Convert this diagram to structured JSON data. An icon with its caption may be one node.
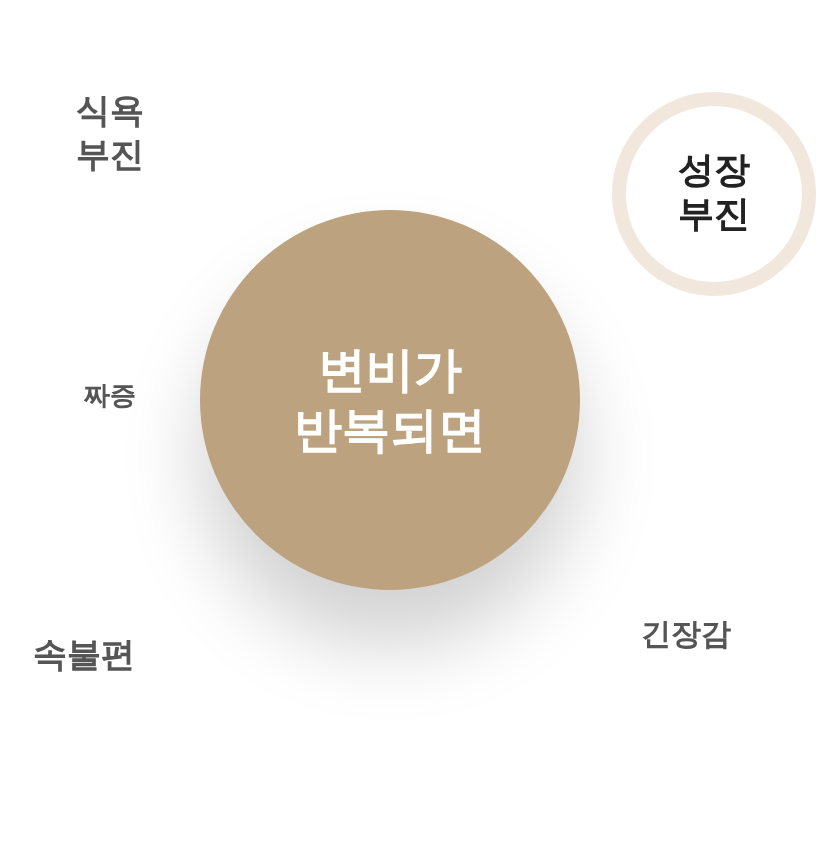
{
  "diagram": {
    "nodes": [
      {
        "text": [
          "변비가 반복되면"
        ]
      },
      {
        "text": [
          "성장 부진"
        ]
      }
    ],
    "labels": [
      "식욕 부진",
      "짜증",
      "속불편",
      "긴장감"
    ]
  }
}
